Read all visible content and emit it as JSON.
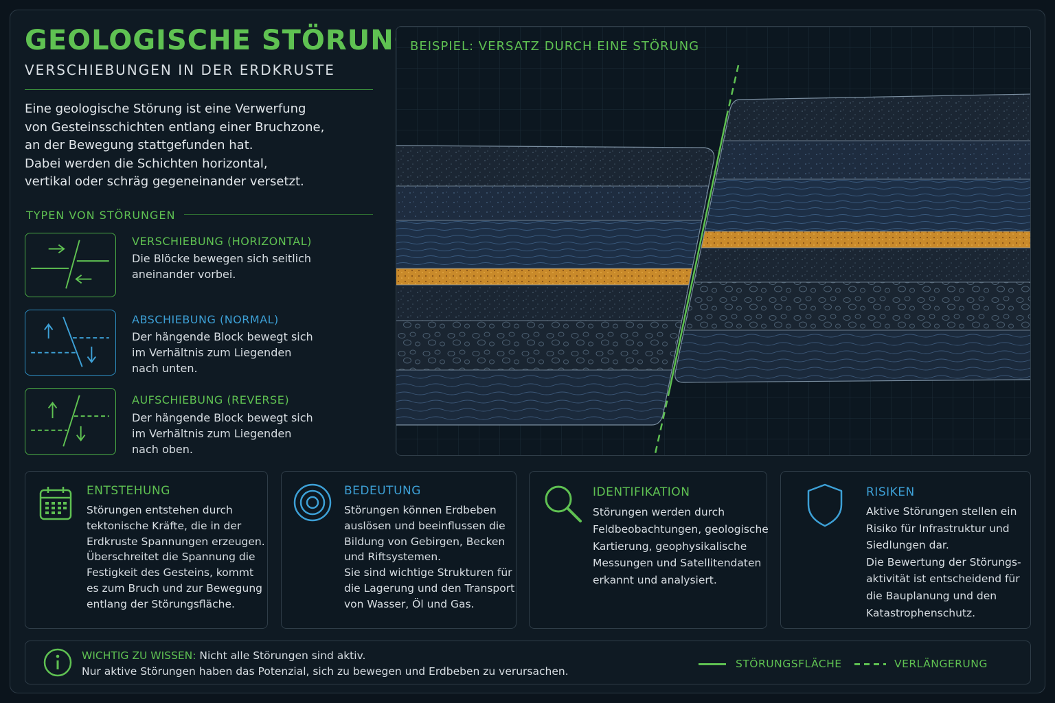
{
  "header": {
    "title": "GEOLOGISCHE STÖRUNGEN",
    "subtitle": "VERSCHIEBUNGEN  IN DER ERDKRUSTE"
  },
  "intro": {
    "lines": [
      "Eine geologische Störung ist eine Verwerfung",
      "von Gesteinsschichten entlang einer Bruchzone,",
      "an der Bewegung stattgefunden hat.",
      "Dabei werden die Schichten horizontal,",
      "vertikal oder schräg gegeneinander versetzt."
    ]
  },
  "types": {
    "heading": "TYPEN VON STÖRUNGEN",
    "items": [
      {
        "title": "VERSCHIEBUNG (HORIZONTAL)",
        "lines": [
          "Die Blöcke bewegen sich seitlich",
          "aneinander vorbei."
        ],
        "icon": "strike-slip-icon",
        "color": "#5fc152"
      },
      {
        "title": "ABSCHIEBUNG (NORMAL)",
        "lines": [
          "Der hängende Block bewegt sich",
          "im Verhältnis zum Liegenden",
          "nach unten."
        ],
        "icon": "normal-fault-icon",
        "color": "#3da0d6"
      },
      {
        "title": "AUFSCHIEBUNG  (REVERSE)",
        "lines": [
          "Der hängende Block bewegt sich",
          "im Verhältnis zum Liegenden",
          "nach oben."
        ],
        "icon": "reverse-fault-icon",
        "color": "#5fc152"
      }
    ]
  },
  "example": {
    "title": "BEISPIEL: VERSATZ DURCH EINE STÖRUNG"
  },
  "cards": [
    {
      "title": "ENTSTEHUNG",
      "icon": "calendar-icon",
      "color": "#5fc152",
      "lines": [
        "Störungen entstehen durch",
        "tektonische Kräfte, die in der",
        "Erdkruste Spannungen erzeugen.",
        "Überschreitet die Spannung die",
        "Festigkeit des Gesteins, kommt",
        "es zum Bruch und zur Bewegung",
        "entlang der Störungsfläche."
      ]
    },
    {
      "title": "BEDEUTUNG",
      "icon": "target-icon",
      "color": "#3da0d6",
      "lines": [
        "Störungen können Erdbeben",
        "auslösen und beeinflussen die",
        "Bildung von Gebirgen, Becken",
        "und Riftsystemen.",
        "Sie sind wichtige Strukturen für",
        "die Lagerung und den Transport",
        "von Wasser, Öl und Gas."
      ]
    },
    {
      "title": "IDENTIFIKATION",
      "icon": "magnifier-icon",
      "color": "#5fc152",
      "lines": [
        "Störungen werden durch",
        "Feldbeobachtungen, geologische",
        "Kartierung, geophysikalische",
        "Messungen und Satellitendaten",
        "erkannt und analysiert."
      ]
    },
    {
      "title": "RISIKEN",
      "icon": "shield-icon",
      "color": "#3da0d6",
      "lines": [
        "Aktive Störungen stellen ein",
        "Risiko für Infrastruktur und",
        "Siedlungen dar.",
        "Die Bewertung der Störungs-",
        "aktivität ist entscheidend für",
        "die Bauplanung und den",
        "Katastrophenschutz."
      ]
    }
  ],
  "notice": {
    "label": "WICHTIG ZU WISSEN:",
    "text1": " Nicht alle Störungen sind aktiv.",
    "text2": "Nur aktive Störungen haben das Potenzial, sich zu bewegen und Erdbeben zu verursachen.",
    "icon": "info-icon"
  },
  "legend": {
    "solid_label": "STÖRUNGSFLÄCHE",
    "dashed_label": "VERLÄNGERUNG"
  },
  "colors": {
    "accent_green": "#5fc152",
    "accent_blue": "#3da0d6",
    "marker_layer": "#c98a2a",
    "background": "#0b141c"
  }
}
